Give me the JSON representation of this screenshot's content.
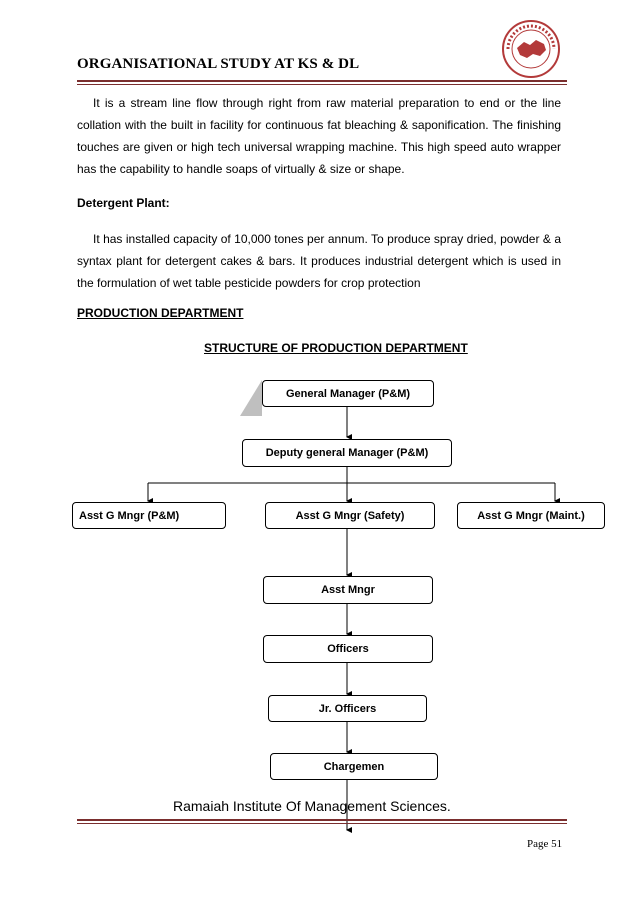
{
  "header": {
    "title": "ORGANISATIONAL STUDY AT KS & DL"
  },
  "intro_paragraph": "It is a stream line flow through right from raw material preparation to end or the line collation with the built in facility for continuous fat bleaching & saponification. The finishing touches are given or high tech universal wrapping machine. This high speed auto wrapper has the capability to handle soaps of virtually & size or shape.",
  "detergent": {
    "heading": "Detergent Plant:",
    "paragraph": "It has installed capacity of 10,000 tones per annum. To produce spray dried, powder & a syntax plant for detergent cakes & bars. It produces industrial detergent which is used in the formulation of wet table pesticide powders for crop protection"
  },
  "production": {
    "heading": "PRODUCTION DEPARTMENT",
    "structure_title": "STRUCTURE OF PRODUCTION DEPARTMENT"
  },
  "org_chart": {
    "general_manager": "General Manager (P&M)",
    "deputy_gm": "Deputy general Manager (P&M)",
    "agm_pm": "Asst  G  Mngr (P&M)",
    "agm_safety": "Asst G Mngr (Safety)",
    "agm_maint": "Asst  G Mngr (Maint.)",
    "asst_mngr": "Asst  Mngr",
    "officers": "Officers",
    "jr_officers": "Jr.   Officers",
    "chargemen": "Chargemen"
  },
  "footer": {
    "institution": "Ramaiah Institute Of Management Sciences.",
    "page": "Page 51"
  },
  "colors": {
    "rule": "#7a2e2e",
    "logo": "#b33a3a"
  }
}
